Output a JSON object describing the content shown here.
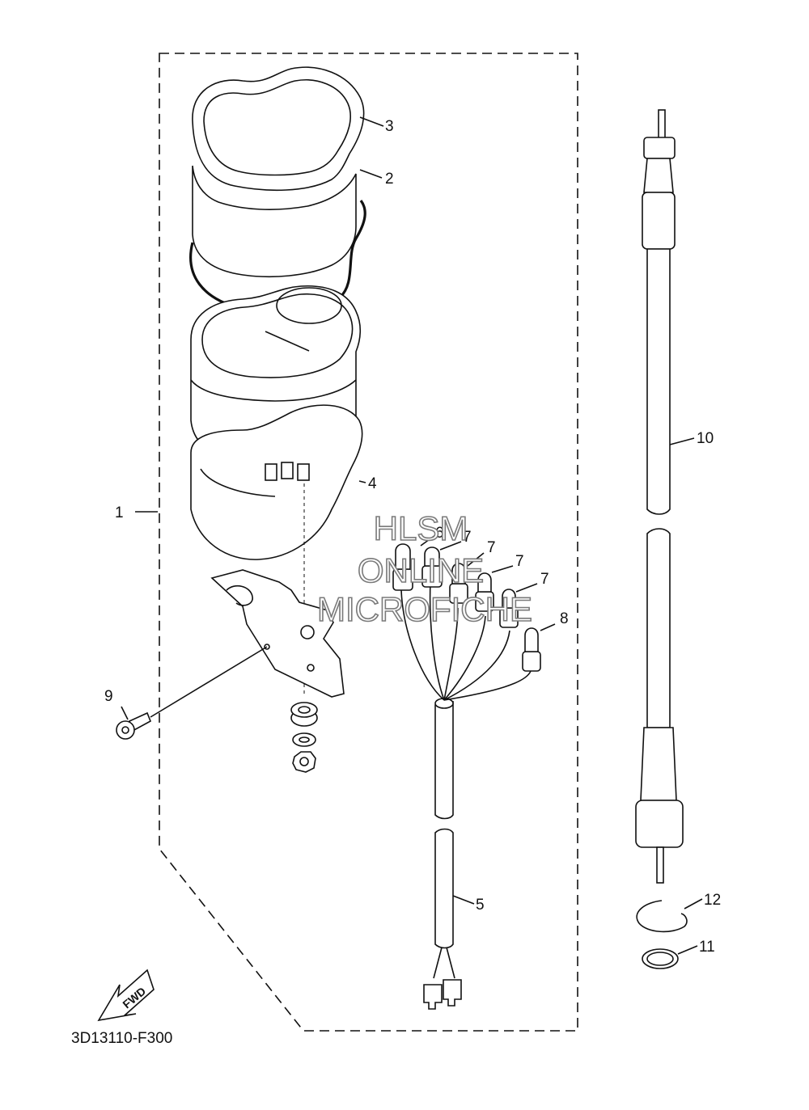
{
  "diagram": {
    "callouts": [
      {
        "id": "c1",
        "text": "1"
      },
      {
        "id": "c2",
        "text": "2"
      },
      {
        "id": "c3",
        "text": "3"
      },
      {
        "id": "c4",
        "text": "4"
      },
      {
        "id": "c5",
        "text": "5"
      },
      {
        "id": "c6",
        "text": "6"
      },
      {
        "id": "c7a",
        "text": "7"
      },
      {
        "id": "c7b",
        "text": "7"
      },
      {
        "id": "c7c",
        "text": "7"
      },
      {
        "id": "c7d",
        "text": "7"
      },
      {
        "id": "c8",
        "text": "8"
      },
      {
        "id": "c9",
        "text": "9"
      },
      {
        "id": "c10",
        "text": "10"
      },
      {
        "id": "c11",
        "text": "11"
      },
      {
        "id": "c12",
        "text": "12"
      }
    ],
    "diagram_code": "3D13110-F300",
    "fwd_label": "FWD"
  },
  "watermark": {
    "line1": "HLSM",
    "line2": "ONLINE",
    "line3": "MICROFICHE"
  }
}
